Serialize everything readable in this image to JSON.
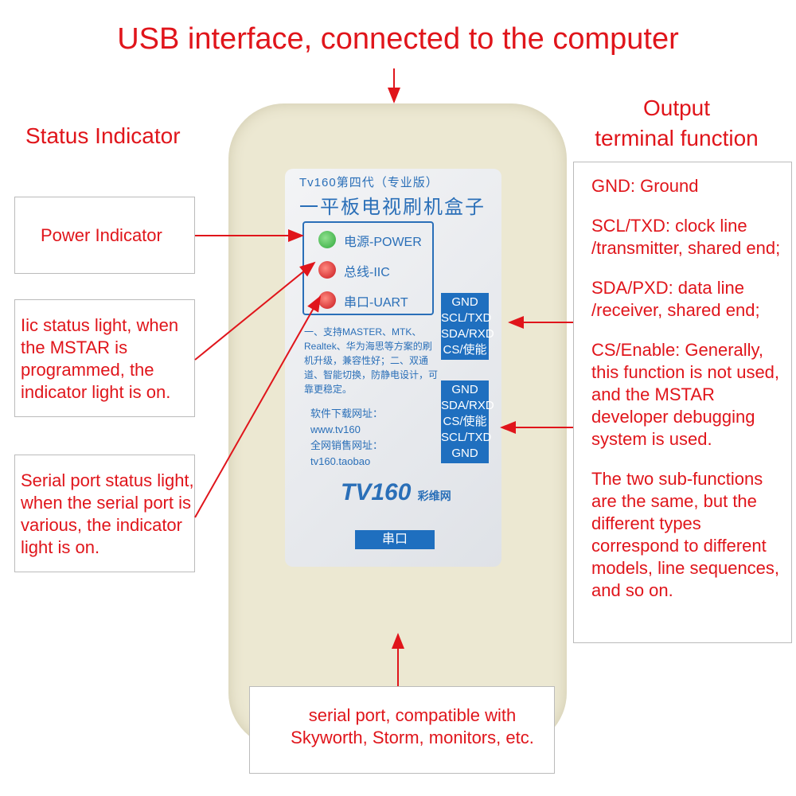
{
  "title": "USB interface, connected to the computer",
  "status_heading": "Status Indicator",
  "output_heading": [
    "Output",
    "terminal function"
  ],
  "left_labels": {
    "power": "Power Indicator",
    "iic": "Iic status light, when the MSTAR is programmed, the indicator light is on.",
    "serial": "Serial port status light, when the serial port is various, the indicator light is on."
  },
  "right_notes": [
    "GND: Ground",
    "SCL/TXD: clock line /transmitter, shared end;",
    "SDA/PXD: data line /receiver, shared end;",
    "CS/Enable: Generally, this function is not used, and the MSTAR developer debugging system is used.",
    "The two sub-functions are the same, but the different types correspond to different models, line sequences, and so on."
  ],
  "bottom_note": "serial port, compatible with Skyworth, Storm, monitors, etc.",
  "device": {
    "line1": "Tv160第四代（专业版）",
    "line2": "一平板电视刷机盒子",
    "leds": [
      {
        "label": "电源-POWER",
        "color": "#2fa83a"
      },
      {
        "label": "总线-IIC",
        "color": "#c8151b"
      },
      {
        "label": "串口-UART",
        "color": "#c8151b"
      }
    ],
    "pins1": [
      "GND",
      "SCL/TXD",
      "SDA/RXD",
      "CS/使能"
    ],
    "pins2": [
      "GND",
      "SDA/RXD",
      "CS/使能",
      "SCL/TXD",
      "GND"
    ],
    "description": "一、支持MASTER、MTK、Realtek、华为海思等方案的刷机升级，兼容性好；二、双通道、智能切换，防静电设计，可靠更稳定。",
    "download_label": "软件下载网址：",
    "download_url": "www.tv160",
    "shop_label": "全网销售网址：",
    "shop_url": "tv160.taobao",
    "logo": "TV160",
    "logo_sub": "彩维网",
    "serial_button": "串口"
  }
}
